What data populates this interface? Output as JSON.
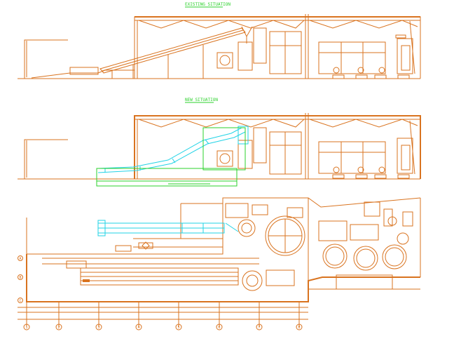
{
  "titles": {
    "existing": "EXISTING SITUATION",
    "new": "NEW SITUATION"
  },
  "colors": {
    "line": "#d9731f",
    "new_conveyor": "#22d3e6",
    "new_outline": "#2bd12b",
    "background": "#ffffff"
  },
  "grid_axes": [
    "1",
    "2",
    "3",
    "4",
    "5",
    "6",
    "7",
    "8"
  ],
  "grid_rows": [
    "A",
    "B",
    "C"
  ]
}
